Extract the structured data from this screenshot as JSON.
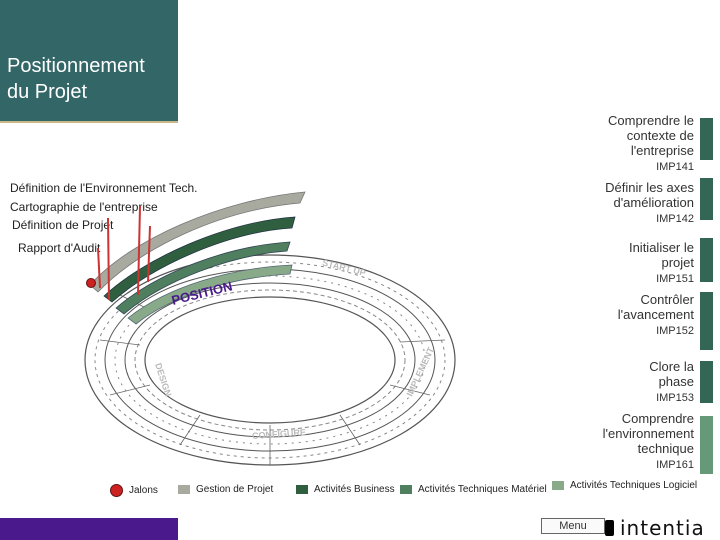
{
  "title": "Positionnement du Projet",
  "side_items": [
    {
      "label": "Comprendre le contexte de l'entreprise",
      "code": "IMP141",
      "color": "#336655"
    },
    {
      "label": "Définir les axes d'amélioration",
      "code": "IMP142",
      "color": "#336655"
    },
    {
      "label": "Initialiser le projet",
      "code": "IMP151",
      "color": "#336655"
    },
    {
      "label": "Contrôler l'avancement",
      "code": "IMP152",
      "color": "#336655"
    },
    {
      "label": "Clore la phase",
      "code": "IMP153",
      "color": "#336655"
    },
    {
      "label": "Comprendre l'environnement technique",
      "code": "IMP161",
      "color": "#669977"
    }
  ],
  "left_labels": {
    "env_tech": "Définition de l'Environnement Tech.",
    "cartographie": "Cartographie de l'entreprise",
    "projet": "Définition de Projet",
    "audit": "Rapport d'Audit"
  },
  "ring_labels": {
    "position": "POSITION",
    "startup": "START UP",
    "design": "DESIGN",
    "implement": "IMPLEMENT",
    "configure": "CONFIGURE"
  },
  "legend": {
    "jalons": "Jalons",
    "gestion": "Gestion de Projet",
    "business": "Activités Business",
    "materiel": "Activités Techniques Matériel",
    "logiciel": "Activités Techniques Logiciel"
  },
  "menu_label": "Menu",
  "logo_text": "intentia",
  "colors": {
    "title_bg": "#336666",
    "gestion": "#a8aaa0",
    "business": "#2f5f3f",
    "materiel": "#4f7f5f",
    "logiciel": "#88aa88",
    "jalon": "#cc2222",
    "marker": "#cc3333"
  }
}
